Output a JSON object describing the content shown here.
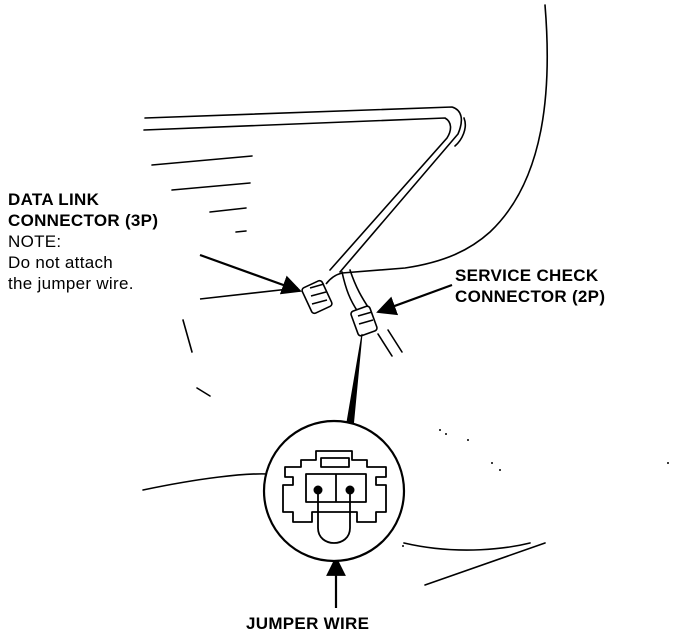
{
  "labels": {
    "data_link_connector": {
      "line1": "DATA LINK",
      "line2": "CONNECTOR (3P)",
      "note_title": "NOTE:",
      "note_line1": "Do not attach",
      "note_line2": "the jumper wire."
    },
    "service_check_connector": {
      "line1": "SERVICE CHECK",
      "line2": "CONNECTOR (2P)"
    },
    "jumper_wire": "JUMPER WIRE"
  },
  "colors": {
    "ink": "#000000",
    "paper": "#ffffff"
  }
}
